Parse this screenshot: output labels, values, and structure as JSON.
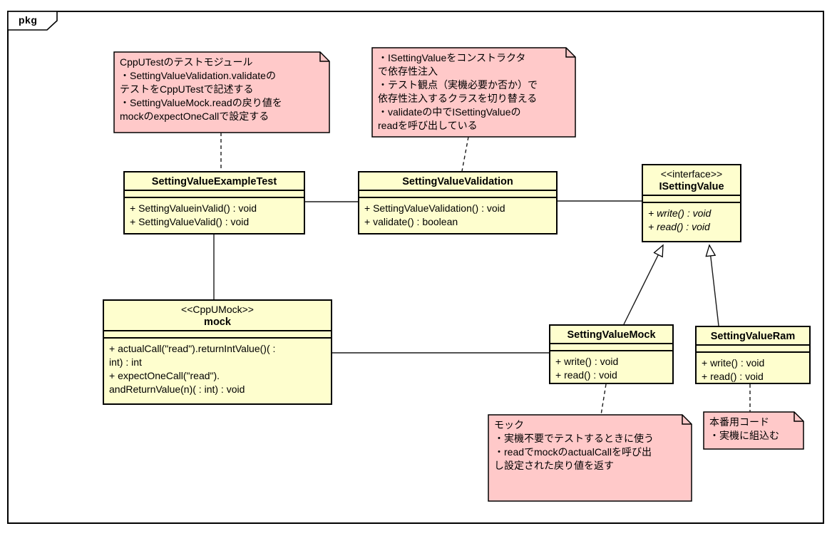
{
  "frame": {
    "label": "pkg"
  },
  "colors": {
    "class_fill": "#FEFECE",
    "note_fill": "#FFC9C9",
    "border": "#000000"
  },
  "classes": {
    "example_test": {
      "name": "SettingValueExampleTest",
      "methods": [
        "+ SettingValueinValid() : void",
        "+ SettingValueValid() : void"
      ]
    },
    "validation": {
      "name": "SettingValueValidation",
      "methods": [
        "+ SettingValueValidation() : void",
        "+ validate() : boolean"
      ]
    },
    "isetting_value": {
      "stereotype": "<<interface>>",
      "name": "ISettingValue",
      "methods": [
        "+ write() : void",
        "+ read() : void"
      ]
    },
    "mock": {
      "stereotype": "<<CppUMock>>",
      "name": "mock",
      "methods": [
        "+ actualCall(\"read\").returnIntValue()( :",
        "int) : int",
        "+ expectOneCall(\"read\").",
        "andReturnValue(n)( : int) : void"
      ]
    },
    "sv_mock": {
      "name": "SettingValueMock",
      "methods": [
        "+ write() : void",
        "+ read() : void"
      ]
    },
    "sv_ram": {
      "name": "SettingValueRam",
      "methods": [
        "+ write() : void",
        "+ read() : void"
      ]
    }
  },
  "notes": {
    "test_module": {
      "text": "CppUTestのテストモジュール\n・SettingValueValidation.validateの\nテストをCppUTestで記述する\n・SettingValueMock.readの戻り値を\nmockのexpectOneCallで設定する"
    },
    "dependency_injection": {
      "text": "・ISettingValueをコンストラクタ\nで依存性注入\n・テスト観点（実機必要か否か）で\n依存性注入するクラスを切り替える\n・validateの中でISettingValueの\nreadを呼び出している"
    },
    "mock_note": {
      "text": "モック\n・実機不要でテストするときに使う\n・readでmockのactualCallを呼び出\nし設定された戻り値を返す"
    },
    "production": {
      "text": "本番用コード\n・実機に組込む"
    }
  }
}
